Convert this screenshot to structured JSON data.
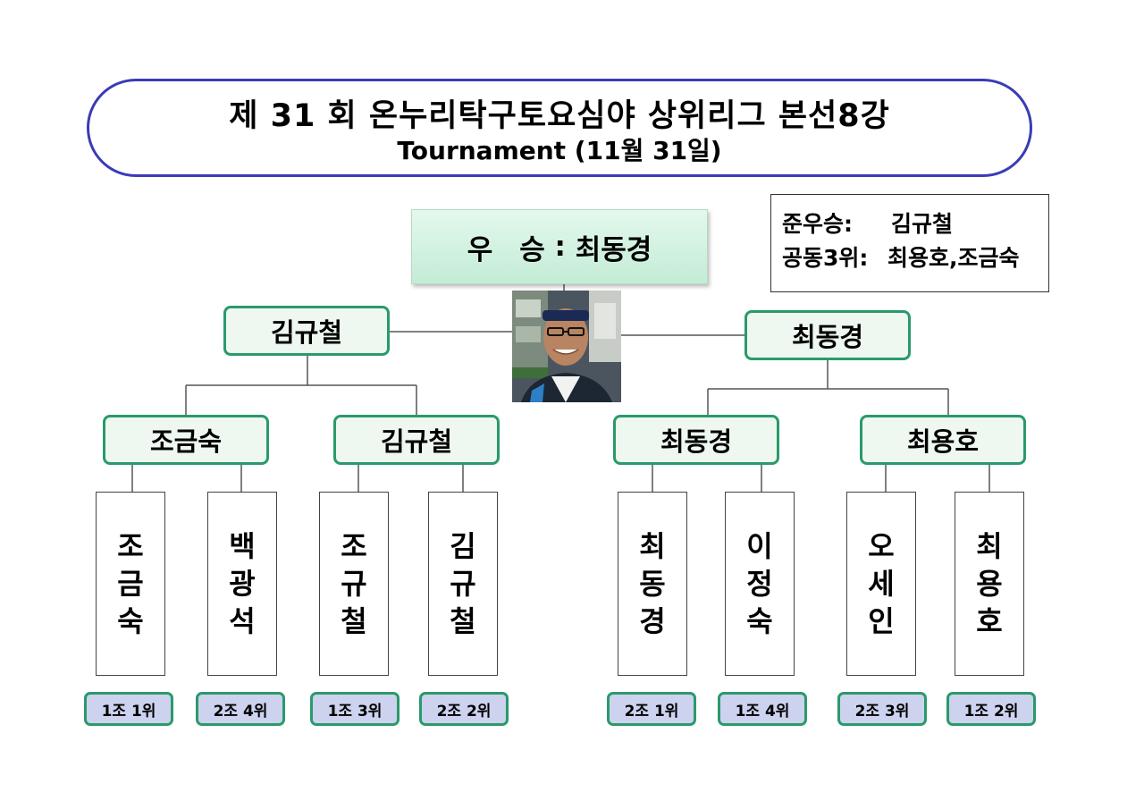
{
  "title": {
    "main": "제 31 회 온누리탁구토요심야 상위리그 본선8강",
    "sub": "Tournament (11월 31일)"
  },
  "champion": {
    "label": "우",
    "label2": "승",
    "sep": " : ",
    "name": "최동경"
  },
  "results": {
    "runner_up_label": "준우승:",
    "runner_up": "김규철",
    "third_label": "공동3위:",
    "third": "최용호,조금숙"
  },
  "semifinal": {
    "left": "김규철",
    "right": "최동경"
  },
  "quarterfinal": [
    "조금숙",
    "김규철",
    "최동경",
    "최용호"
  ],
  "players": [
    {
      "name": "조금숙",
      "seed": "1조 1위"
    },
    {
      "name": "백광석",
      "seed": "2조 4위"
    },
    {
      "name": "조규철",
      "seed": "1조 3위"
    },
    {
      "name": "김규철",
      "seed": "2조 2위"
    },
    {
      "name": "최동경",
      "seed": "2조 1위"
    },
    {
      "name": "이정숙",
      "seed": "1조 4위"
    },
    {
      "name": "오세인",
      "seed": "2조 3위"
    },
    {
      "name": "최용호",
      "seed": "1조 2위"
    }
  ],
  "colors": {
    "title_border": "#3b3bb8",
    "node_border": "#2a9a6a",
    "node_fill": "#eef8f1",
    "tag_fill": "#cdd2ef",
    "champion_fill": "#d4f2e1"
  }
}
